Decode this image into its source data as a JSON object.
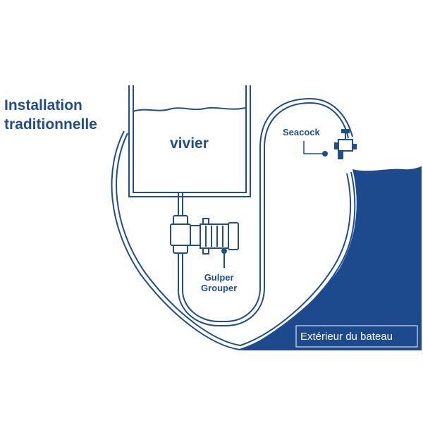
{
  "title": {
    "line1": "Installation",
    "line2": "traditionnelle"
  },
  "tank": {
    "label": "vivier"
  },
  "seacock": {
    "label": "Seacock"
  },
  "pump": {
    "label_line1": "Gulper",
    "label_line2": "Grouper"
  },
  "outside": {
    "label": "Extérieur du bateau"
  },
  "colors": {
    "primary": "#1f4e8c",
    "water": "#1c4a8d",
    "background": "#ffffff"
  },
  "icons": [
    "hull-outline",
    "fish-tank",
    "pump-icon",
    "seacock-valve-icon",
    "hose"
  ]
}
